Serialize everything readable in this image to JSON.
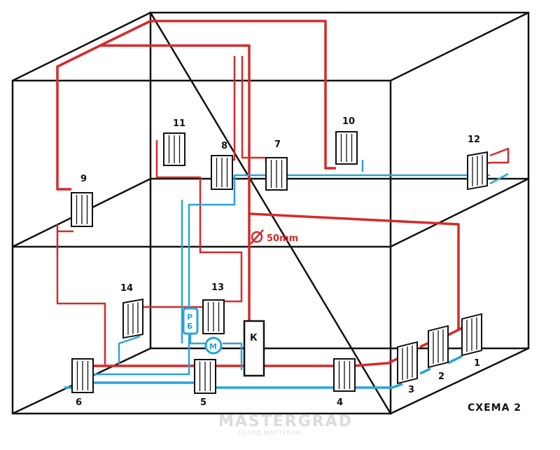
{
  "title": "СХЕМА 2",
  "pipe_label": "50mm",
  "boiler_label": "К",
  "pump_label": "М",
  "expansion_tank_label": "Р\nБ",
  "radiators": [
    "1",
    "2",
    "3",
    "4",
    "5",
    "6",
    "7",
    "8",
    "9",
    "10",
    "11",
    "12",
    "13",
    "14"
  ],
  "watermark": {
    "main": "MASTERGRAD",
    "sub": "ГОРОД МАСТЕРОВ"
  },
  "colors": {
    "supply": "#d42a2a",
    "return": "#2aa3d8",
    "frame": "#111111"
  }
}
